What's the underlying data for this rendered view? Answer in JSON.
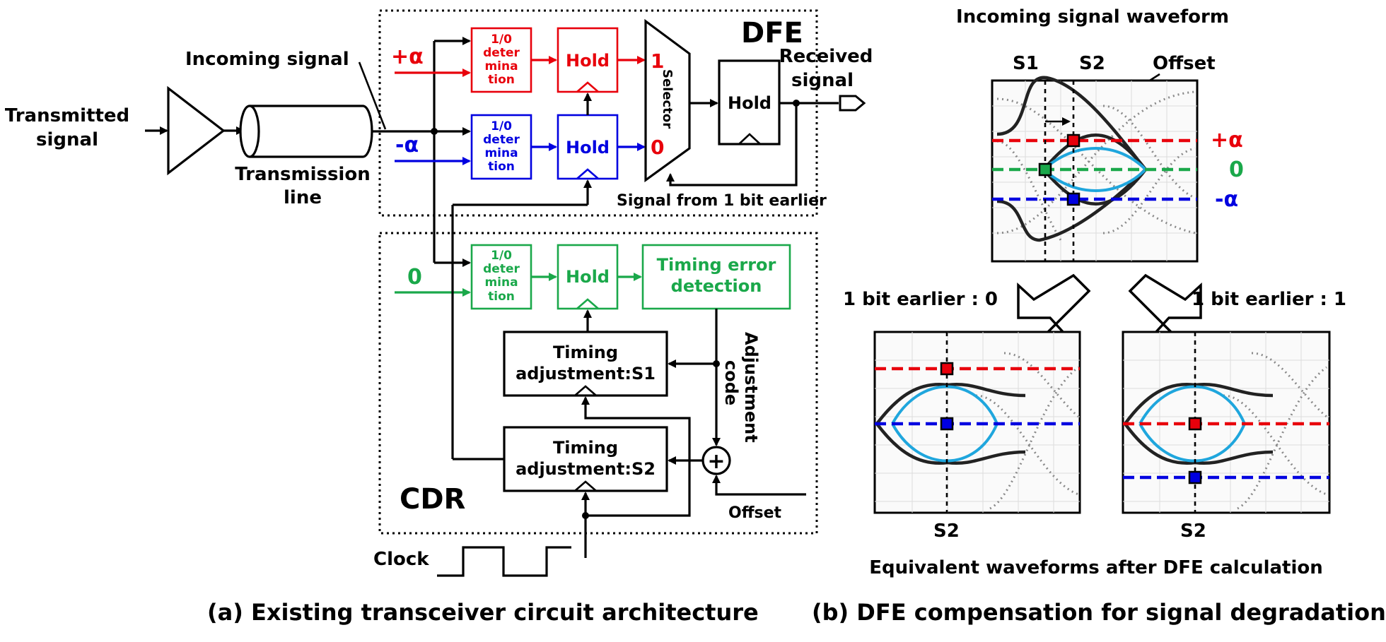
{
  "panel_a": {
    "caption": "(a) Existing transceiver circuit architecture",
    "transmitted_signal": [
      "Transmitted",
      "signal"
    ],
    "incoming_signal": "Incoming signal",
    "transmission_line": [
      "Transmission",
      "line"
    ],
    "dfe_label": "DFE",
    "cdr_label": "CDR",
    "plus_alpha": "+α",
    "minus_alpha": "-α",
    "zero": "0",
    "det_lines": [
      "1/0",
      "deter",
      "mina",
      "tion"
    ],
    "hold": "Hold",
    "selector": "Selector",
    "sel_one": "1",
    "sel_zero": "0",
    "received_signal": [
      "Received",
      "signal"
    ],
    "signal_earlier": "Signal from 1 bit earlier",
    "timing_error": [
      "Timing error",
      "detection"
    ],
    "timing_s1": [
      "Timing",
      "adjustment:S1"
    ],
    "timing_s2": [
      "Timing",
      "adjustment:S2"
    ],
    "adjustment_code": [
      "Adjustment",
      "code"
    ],
    "offset": "Offset",
    "plus_sign": "+",
    "clock": "Clock"
  },
  "panel_b": {
    "caption": "(b) DFE compensation for signal degradation",
    "title": "Incoming signal waveform",
    "s1": "S1",
    "s2": "S2",
    "offset": "Offset",
    "plus_alpha": "+α",
    "zero": "0",
    "minus_alpha": "-α",
    "earlier_0": "1 bit earlier : 0",
    "earlier_1": "1 bit earlier : 1",
    "bottom_s2": "S2",
    "equivalent": "Equivalent waveforms after DFE calculation"
  },
  "colors": {
    "red": "#e8000b",
    "blue": "#0000e0",
    "green": "#1aa84a",
    "cyan": "#1fa6dd",
    "grey": "#8a8a8a",
    "black": "#000000"
  }
}
